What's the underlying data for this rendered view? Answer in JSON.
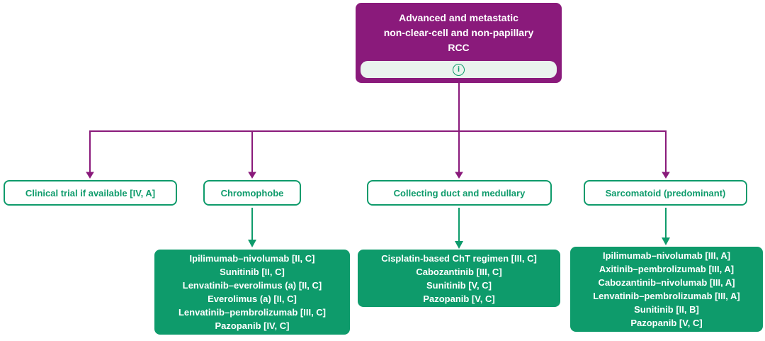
{
  "colors": {
    "purple": "#8A1A7B",
    "green": "#0E9B6B",
    "info_strip_bg": "#EAF3EE",
    "text_on_fill": "#FFFFFF"
  },
  "root": {
    "title": "Advanced and metastatic\nnon-clear-cell and non-papillary\nRCC",
    "info_icon_glyph": "i",
    "info_icon_name": "info-icon"
  },
  "branches": [
    {
      "label": "Clinical trial if available [IV, A]",
      "treatments": []
    },
    {
      "label": "Chromophobe",
      "treatments": [
        "Ipilimumab–nivolumab [II, C]",
        "Sunitinib [II, C]",
        "Lenvatinib–everolimus (a) [II, C]",
        "Everolimus (a) [II, C]",
        "Lenvatinib–pembrolizumab [III, C]",
        "Pazopanib [IV, C]"
      ]
    },
    {
      "label": "Collecting duct and medullary",
      "treatments": [
        "Cisplatin-based ChT regimen [III, C]",
        "Cabozantinib [III, C]",
        "Sunitinib [V, C]",
        "Pazopanib [V, C]"
      ]
    },
    {
      "label": "Sarcomatoid (predominant)",
      "treatments": [
        "Ipilimumab–nivolumab [III, A]",
        "Axitinib–pembrolizumab [III, A]",
        "Cabozantinib–nivolumab [III, A]",
        "Lenvatinib–pembrolizumab [III, A]",
        "Sunitinib [II, B]",
        "Pazopanib [V, C]"
      ]
    }
  ]
}
